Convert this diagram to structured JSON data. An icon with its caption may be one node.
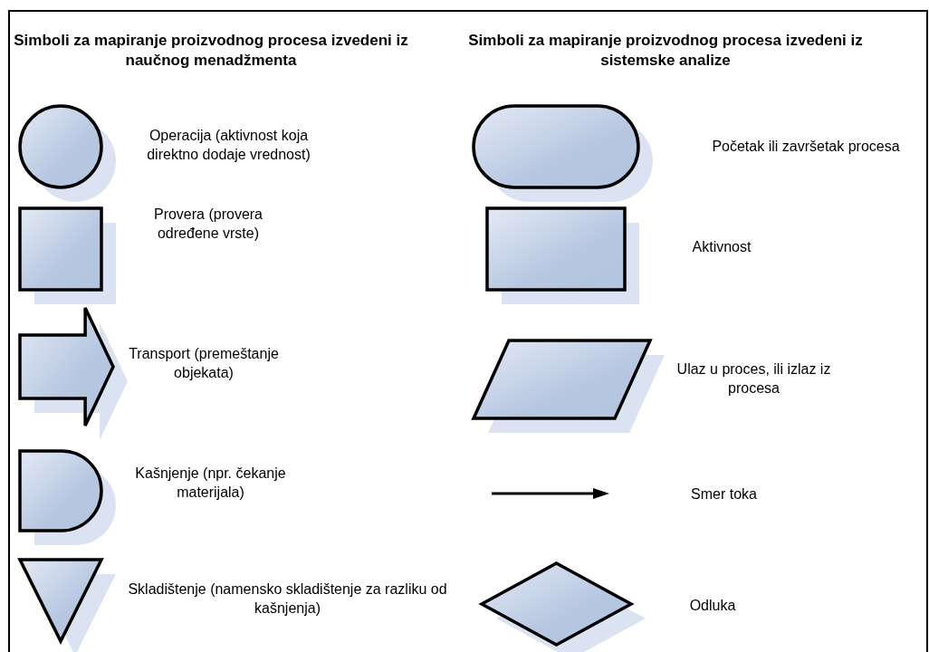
{
  "diagram": {
    "labels": [
      "Simboli za mapiranje proizvodnog procesa izvedeni iz naučnog menadžmenta",
      "Simboli za mapiranje proizvodnog procesa izvedeni iz sistemske analize"
    ],
    "legend": [
      {
        "text": "Operacija (aktivnost koja direktno dodaje vrednost)"
      },
      {
        "text": "Provera (provera određene vrste)"
      },
      {
        "text": "Transport (premeštanje objekata)"
      },
      {
        "text": "Kašnjenje (npr. čekanje materijala)"
      },
      {
        "text": "Skladištenje (namensko skladištenje za razliku od kašnjenja)"
      },
      {
        "text": "Početak ili završetak procesa"
      },
      {
        "text": "Aktivnost"
      },
      {
        "text": "Ulaz u proces, ili izlaz iz procesa"
      },
      {
        "text": "Smer toka"
      },
      {
        "text": "Odluka"
      }
    ]
  }
}
